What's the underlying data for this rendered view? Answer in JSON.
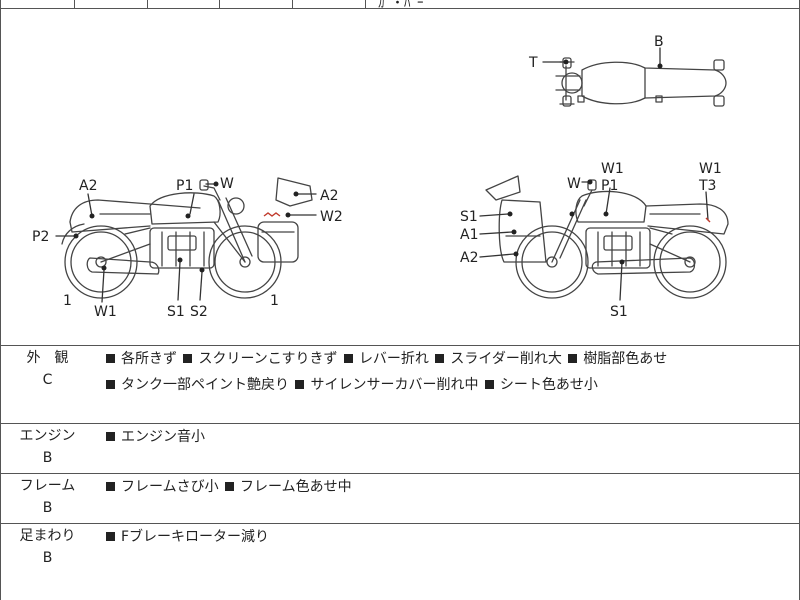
{
  "header": {
    "fragment": "ｶﾞ・ﾊﾞｰ"
  },
  "diagram": {
    "top_view": {
      "labels": [
        "T",
        "B"
      ]
    },
    "left_side": {
      "labels": [
        "A2",
        "P1",
        "W",
        "A2",
        "W2",
        "P2",
        "1",
        "W1",
        "S1",
        "S2",
        "1"
      ]
    },
    "right_side": {
      "labels": [
        "W1",
        "W1",
        "W",
        "P1",
        "T3",
        "S1",
        "A1",
        "A2",
        "S1"
      ]
    }
  },
  "sections": [
    {
      "name": "外　観",
      "grade": "C",
      "items": [
        "各所きず",
        "スクリーンこすりきず",
        "レバー折れ",
        "スライダー削れ大",
        "樹脂部色あせ",
        "タンク一部ペイント艶戻り",
        "サイレンサーカバー削れ中",
        "シート色あせ小"
      ]
    },
    {
      "name": "エンジン",
      "grade": "B",
      "items": [
        "エンジン音小"
      ]
    },
    {
      "name": "フレーム",
      "grade": "B",
      "items": [
        "フレームさび小",
        "フレーム色あせ中"
      ]
    },
    {
      "name": "足まわり",
      "grade": "B",
      "items": [
        "Fブレーキローター減り"
      ]
    }
  ]
}
